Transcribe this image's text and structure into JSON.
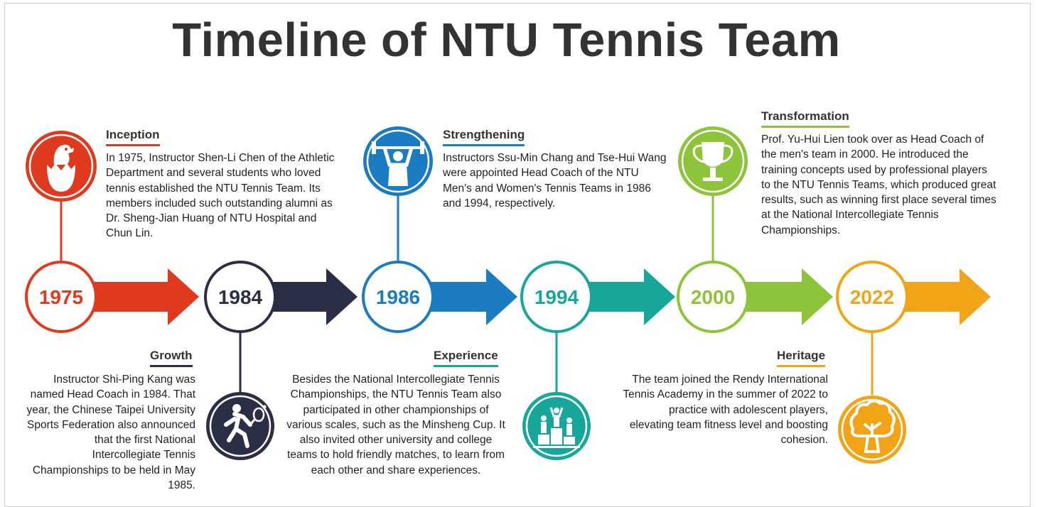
{
  "title": "Timeline of NTU Tennis Team",
  "colors": {
    "red": "#e03a1e",
    "navy": "#2a2f45",
    "blue": "#1b7cc1",
    "teal": "#17a79a",
    "green": "#8dc43a",
    "orange": "#f2a417"
  },
  "milestones": [
    {
      "year": "1975",
      "color": "#e03a1e",
      "heading": "Inception",
      "icon": "hatching-dinosaur-icon",
      "text": "In 1975, Instructor  Shen-Li Chen of the Athletic Department and several students who loved tennis established the NTU Tennis Team. Its members included such outstanding alumni as Dr. Sheng-Jian Huang of NTU Hospital and Chun Lin."
    },
    {
      "year": "1984",
      "color": "#2a2f45",
      "heading": "Growth",
      "icon": "tennis-player-icon",
      "text": "Instructor  Shi-Ping Kang was named  Head Coach in 1984. That year, the Chinese Taipei University Sports Federation also announced that the first National Intercollegiate Tennis Championships to be held in May 1985."
    },
    {
      "year": "1986",
      "color": "#1b7cc1",
      "heading": "Strengthening",
      "icon": "weightlifter-icon",
      "text": "Instructors  Ssu-Min Chang and Tse-Hui Wang were appointed Head Coach of the NTU Men's and Women's Tennis Teams in 1986 and 1994, respectively."
    },
    {
      "year": "1994",
      "color": "#17a79a",
      "heading": "Experience",
      "icon": "podium-icon",
      "text": "Besides the National Intercollegiate Tennis Championships, the NTU Tennis Team also participated in other championships of various scales, such as the Minsheng Cup. It also invited other university  and college teams to hold friendly matches, to learn from each other and share experiences."
    },
    {
      "year": "2000",
      "color": "#8dc43a",
      "heading": "Transformation",
      "icon": "trophy-icon",
      "text": "Prof. Yu-Hui  Lien took over as Head Coach of the men's team in 2000. He introduced the training concepts used by professional players to the NTU Tennis Teams, which produced great results, such as winning first place several times at the National Intercollegiate  Tennis Championships."
    },
    {
      "year": "2022",
      "color": "#f2a417",
      "heading": "Heritage",
      "icon": "tree-icon",
      "text": "The team joined the Rendy International  Tennis Academy in the summer of 2022 to practice with adolescent players, elevating team fitness level and boosting cohesion."
    }
  ]
}
